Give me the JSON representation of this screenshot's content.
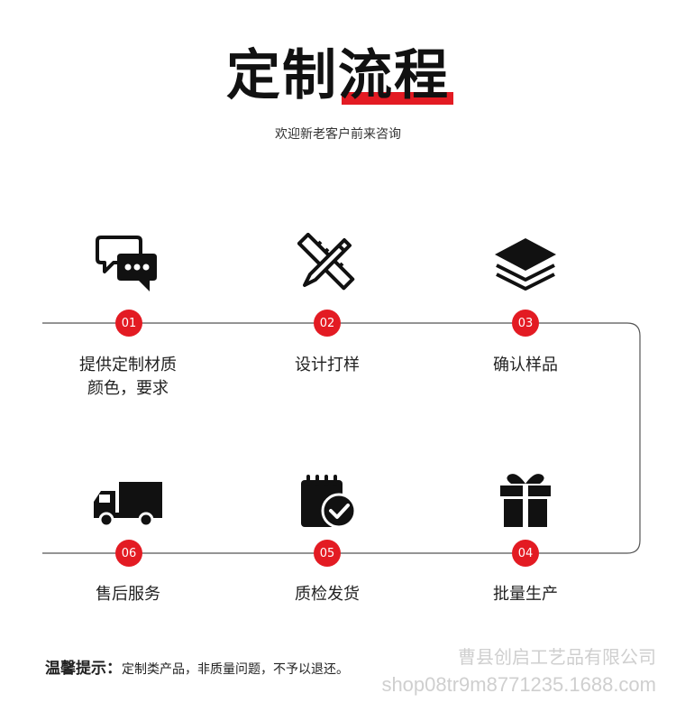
{
  "header": {
    "title": "定制流程",
    "subtitle": "欢迎新老客户前来咨询"
  },
  "steps": [
    {
      "num": "01",
      "line1": "提供定制材质",
      "line2": "颜色，要求",
      "icon": "chat-bubbles-icon"
    },
    {
      "num": "02",
      "line1": "设计打样",
      "line2": "",
      "icon": "pencil-ruler-icon"
    },
    {
      "num": "03",
      "line1": "确认样品",
      "line2": "",
      "icon": "layers-icon"
    },
    {
      "num": "04",
      "line1": "批量生产",
      "line2": "",
      "icon": "gift-box-icon"
    },
    {
      "num": "05",
      "line1": "质检发货",
      "line2": "",
      "icon": "calendar-check-icon"
    },
    {
      "num": "06",
      "line1": "售后服务",
      "line2": "",
      "icon": "delivery-truck-icon"
    }
  ],
  "tip": {
    "head": "温馨提示：",
    "text": "定制类产品，非质量问题，不予以退还。"
  },
  "watermark": {
    "company": "曹县创启工艺品有限公司",
    "shop": "shop08tr9m8771235.1688.com"
  },
  "colors": {
    "accent": "#e31b23",
    "line": "#555555",
    "icon": "#111111"
  }
}
